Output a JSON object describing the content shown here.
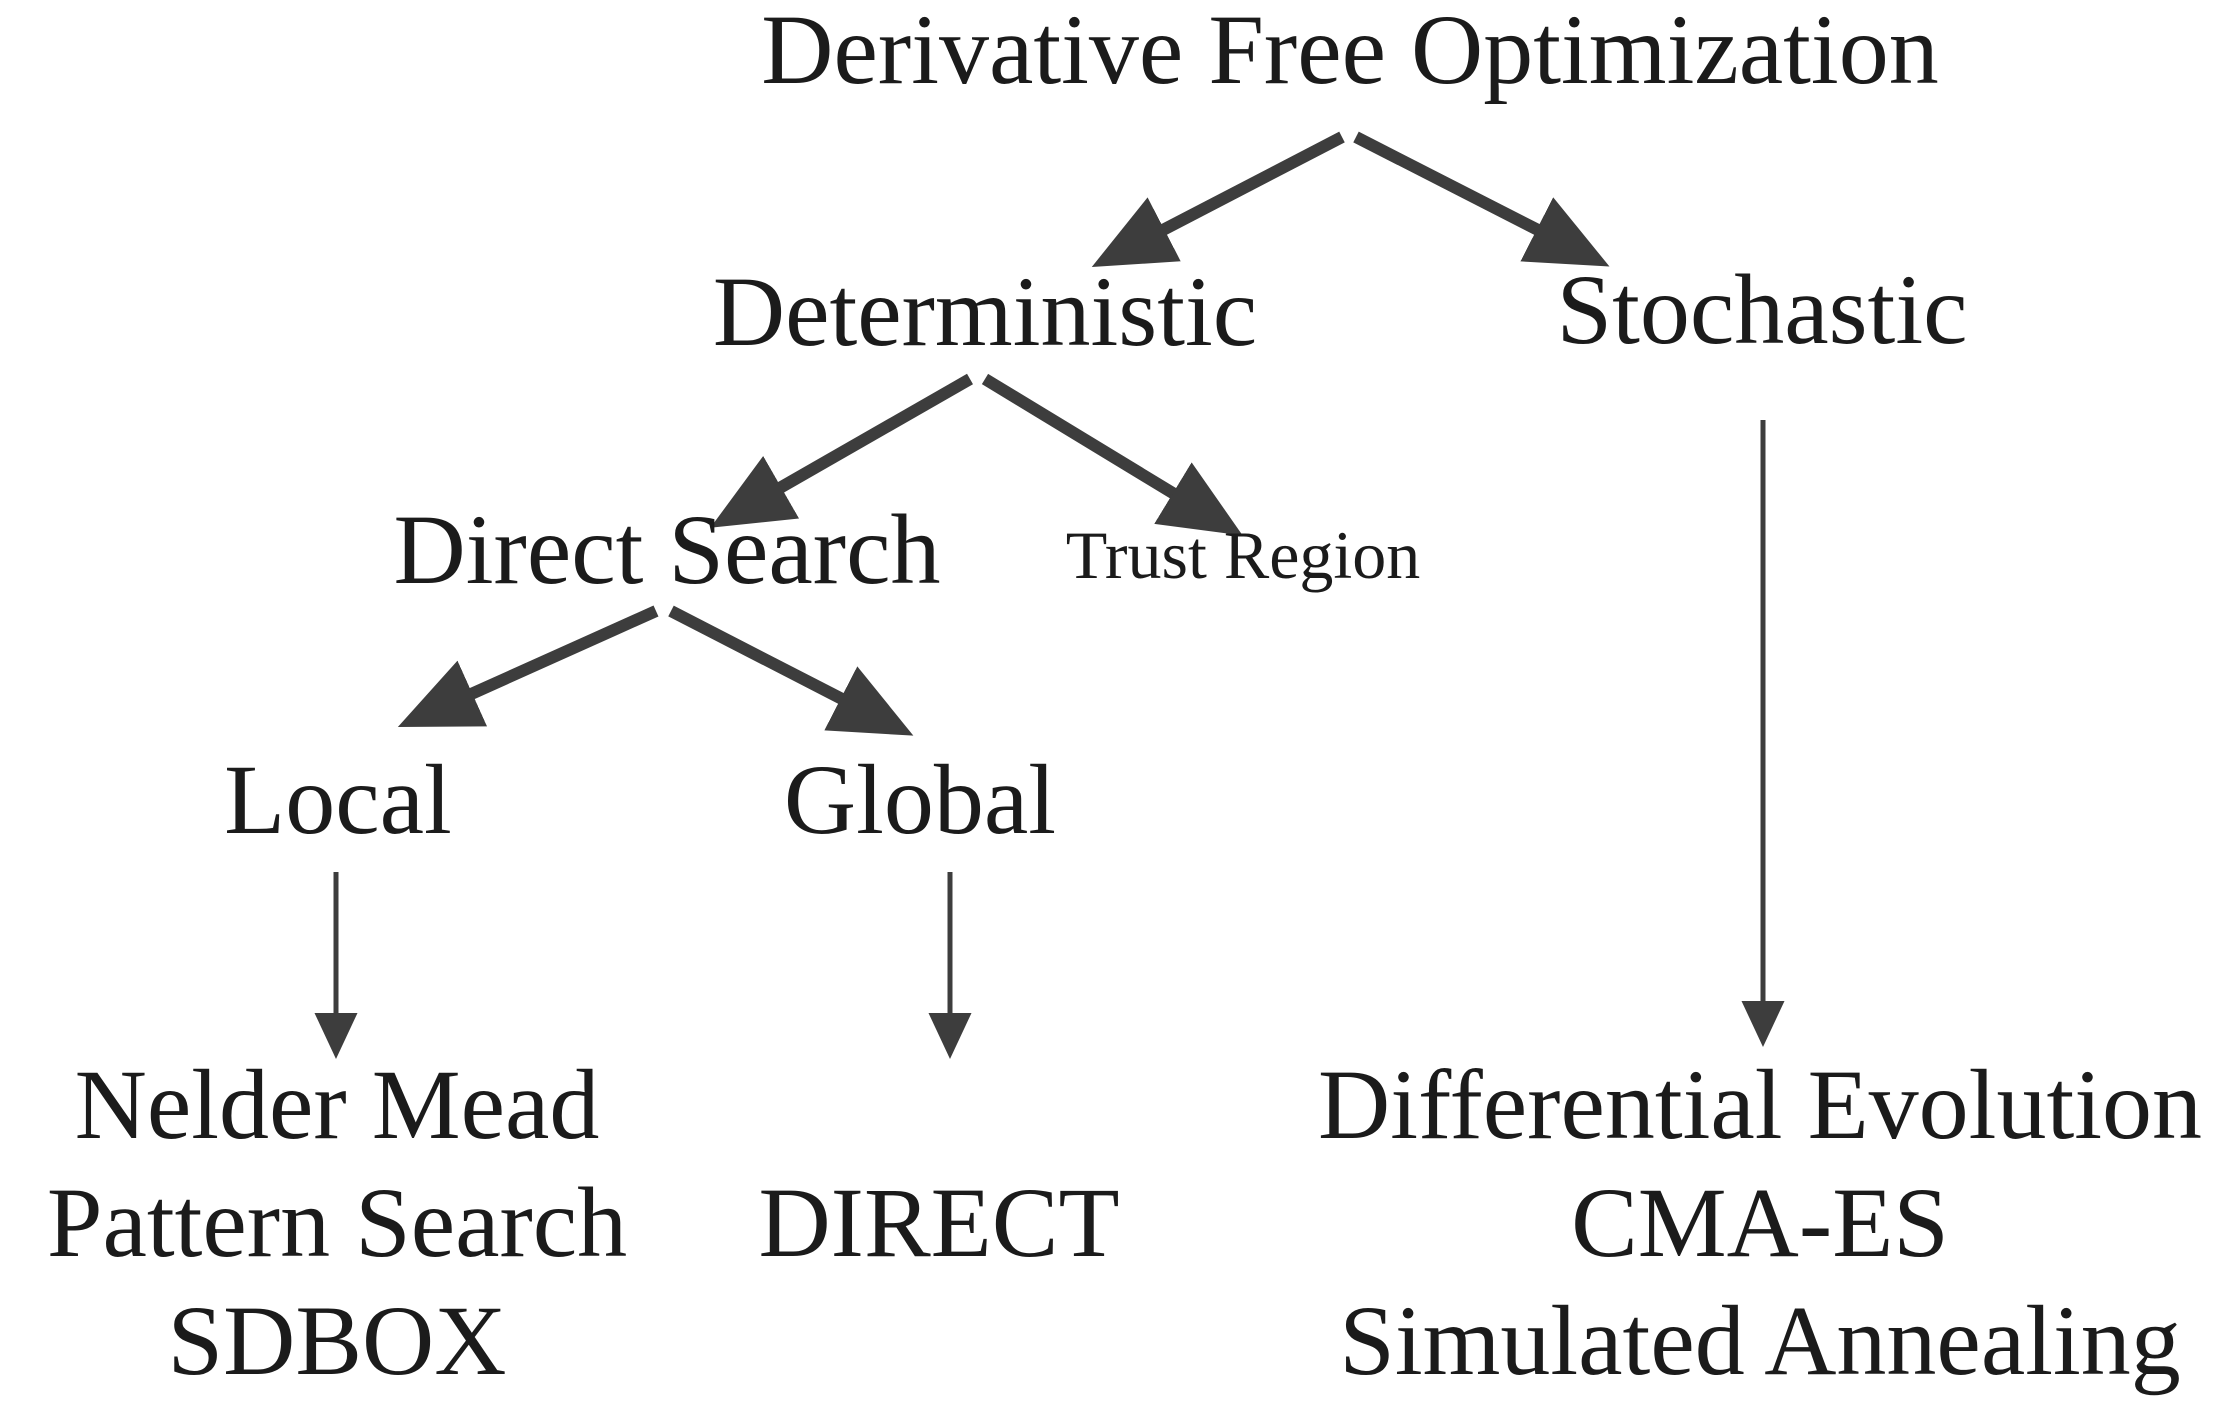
{
  "diagram": {
    "title": "Derivative Free Optimization",
    "nodes": {
      "deterministic": "Deterministic",
      "stochastic": "Stochastic",
      "direct_search": "Direct Search",
      "trust_region": "Trust Region",
      "local": "Local",
      "global": "Global",
      "local_methods": [
        "Nelder Mead",
        "Pattern Search",
        "SDBOX"
      ],
      "global_method": "DIRECT",
      "stochastic_methods": [
        "Differential Evolution",
        "CMA-ES",
        "Simulated Annealing"
      ]
    },
    "edges": [
      {
        "from": "Derivative Free Optimization",
        "to": "Deterministic"
      },
      {
        "from": "Derivative Free Optimization",
        "to": "Stochastic"
      },
      {
        "from": "Deterministic",
        "to": "Direct Search"
      },
      {
        "from": "Deterministic",
        "to": "Trust Region"
      },
      {
        "from": "Direct Search",
        "to": "Local"
      },
      {
        "from": "Direct Search",
        "to": "Global"
      },
      {
        "from": "Local",
        "to": "Nelder Mead / Pattern Search / SDBOX"
      },
      {
        "from": "Global",
        "to": "DIRECT"
      },
      {
        "from": "Stochastic",
        "to": "Differential Evolution / CMA-ES / Simulated Annealing"
      }
    ],
    "colors": {
      "background": "#ffffff",
      "text": "#1b1b1b",
      "arrow": "#3d3d3d"
    }
  }
}
